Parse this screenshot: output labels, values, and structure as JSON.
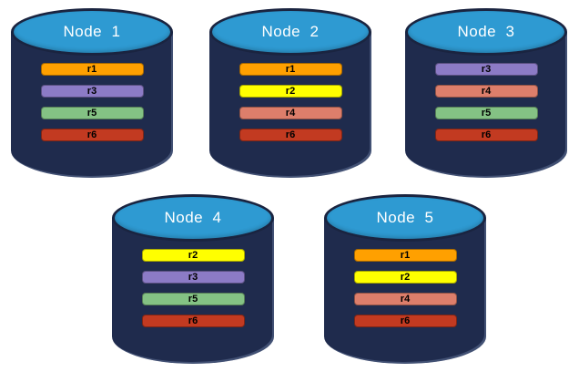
{
  "diagram": {
    "description": "Five database node cylinders showing replica placement",
    "rows": [
      [
        "Node  1",
        "Node  2",
        "Node  3"
      ],
      [
        "Node  4",
        "Node  5"
      ]
    ]
  },
  "colors": {
    "background": "#FFFFFF",
    "cylinder_body": "#1F2B4D",
    "cylinder_top": "#2E9AD2",
    "cylinder_outline": "#1A2440",
    "title_text": "#FFFFFF",
    "bar_text": "#000000"
  },
  "replica_colors": {
    "r1": "#FFA000",
    "r2": "#FFFF00",
    "r3": "#8C7BC6",
    "r4": "#DD7E6B",
    "r5": "#84C284",
    "r6": "#C23A21"
  },
  "nodes": [
    {
      "label": "Node  1",
      "replicas": [
        "r1",
        "r3",
        "r5",
        "r6"
      ]
    },
    {
      "label": "Node  2",
      "replicas": [
        "r1",
        "r2",
        "r4",
        "r6"
      ]
    },
    {
      "label": "Node  3",
      "replicas": [
        "r3",
        "r4",
        "r5",
        "r6"
      ]
    },
    {
      "label": "Node  4",
      "replicas": [
        "r2",
        "r3",
        "r5",
        "r6"
      ]
    },
    {
      "label": "Node  5",
      "replicas": [
        "r1",
        "r2",
        "r4",
        "r6"
      ]
    }
  ]
}
